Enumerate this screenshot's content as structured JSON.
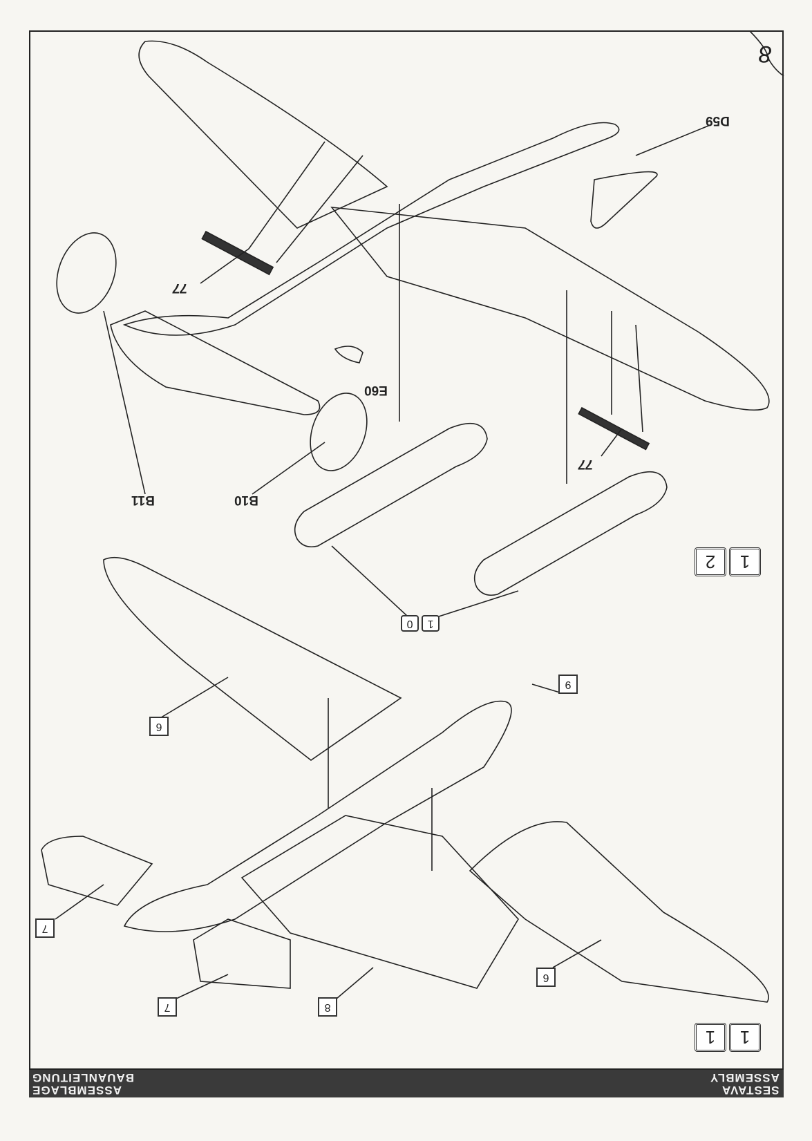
{
  "page_number": "8",
  "banner": {
    "left_line1": "SESTAVA",
    "left_line2": "ASSEMBLY",
    "right_line1": "BAUANLEITUNG",
    "right_line2": "ASSEMBLAGE"
  },
  "steps": [
    {
      "digits": [
        "1",
        "1"
      ]
    },
    {
      "digits": [
        "1",
        "2"
      ]
    }
  ],
  "part_numbers": {
    "nose": [
      "1",
      "0"
    ],
    "wing_left": "6",
    "canopy": "9",
    "tail_left": "7",
    "tail_right": "7",
    "fuselage": "8",
    "wing_right": "6"
  },
  "part_labels": {
    "b11": "B11",
    "b10": "B10",
    "e60": "E60",
    "d59": "D59",
    "ll_left": "77",
    "ll_right": "77"
  }
}
